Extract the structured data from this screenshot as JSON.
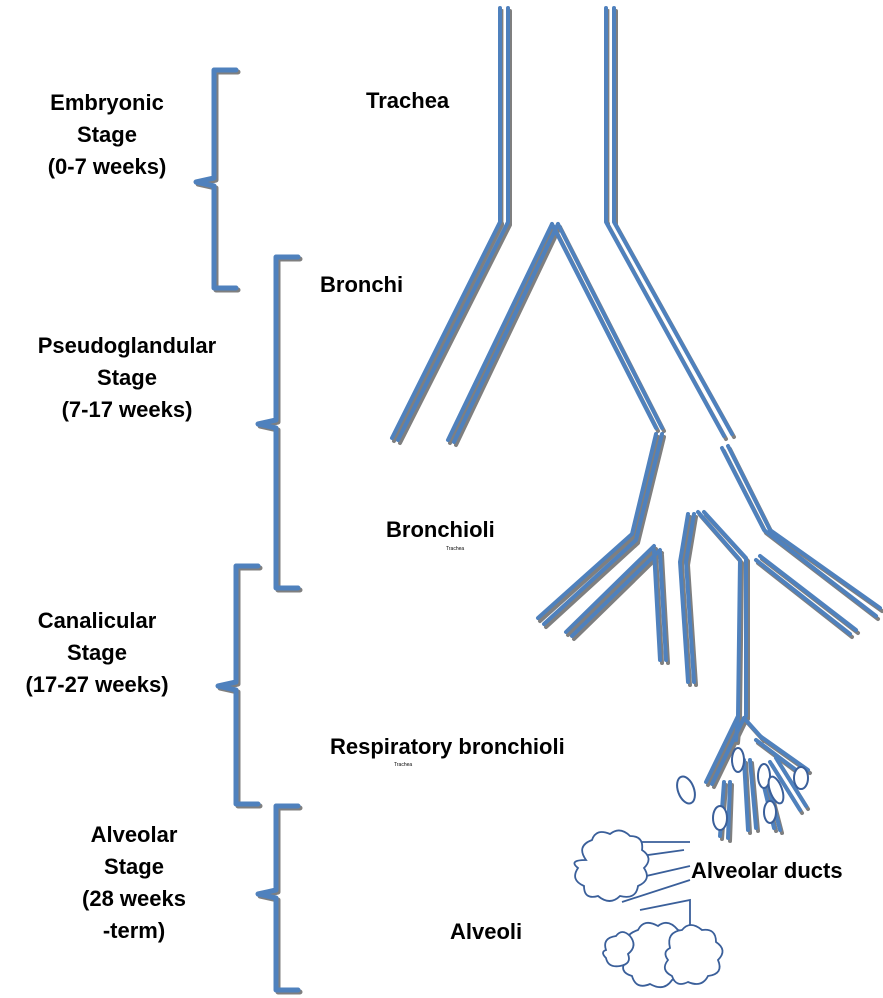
{
  "stages": [
    {
      "name": "Embryonic",
      "word": "Stage",
      "range": "(0-7 weeks)"
    },
    {
      "name": "Pseudoglandular",
      "word": "Stage",
      "range": "(7-17 weeks)"
    },
    {
      "name": "Canalicular",
      "word": "Stage",
      "range": "(17-27 weeks)"
    },
    {
      "name": "Alveolar",
      "word": "Stage",
      "range_line1": "(28 weeks",
      "range_line2": "-term)"
    }
  ],
  "structures": {
    "trachea": "Trachea",
    "bronchi": "Bronchi",
    "bronchioli": "Bronchioli",
    "respiratory_bronchioli": "Respiratory bronchioli",
    "alveolar_ducts": "Alveolar ducts",
    "alveoli": "Alveoli"
  },
  "small_labels": [
    "Trachea",
    "Trachea"
  ],
  "colors": {
    "tube": "#4f81bd",
    "tube_shadow": "#7f7f7f",
    "cloud_outline": "#3a5f9a",
    "text": "#000000"
  }
}
